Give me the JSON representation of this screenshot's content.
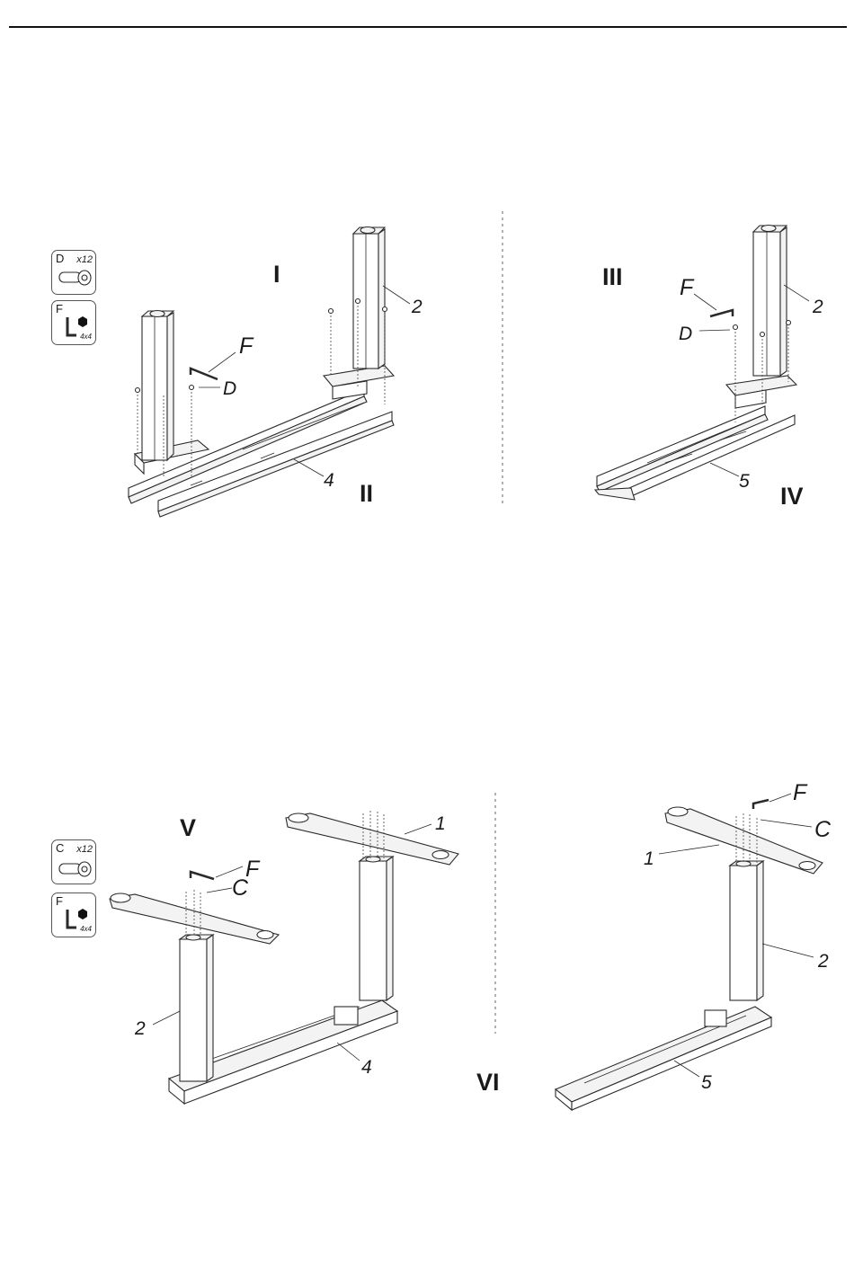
{
  "parts": {
    "top": [
      {
        "letter": "D",
        "qty": "x12",
        "icon": "bolt-icon"
      },
      {
        "letter": "F",
        "size": "4x4",
        "icon": "hex-key-icon"
      }
    ],
    "bottom": [
      {
        "letter": "C",
        "qty": "x12",
        "icon": "bolt-icon"
      },
      {
        "letter": "F",
        "size": "4x4",
        "icon": "hex-key-icon"
      }
    ]
  },
  "steps": {
    "s1": "I",
    "s2": "II",
    "s3": "III",
    "s4": "IV",
    "s5": "V",
    "s6": "VI"
  },
  "callouts": {
    "p1_F": "F",
    "p1_D": "D",
    "p1_2": "2",
    "p1_4": "4",
    "p2_F": "F",
    "p2_D": "D",
    "p2_2": "2",
    "p2_5": "5",
    "p3_F": "F",
    "p3_C": "C",
    "p3_1": "1",
    "p3_2": "2",
    "p3_4": "4",
    "p4_F": "F",
    "p4_C": "C",
    "p4_1": "1",
    "p4_2": "2",
    "p4_5": "5"
  }
}
